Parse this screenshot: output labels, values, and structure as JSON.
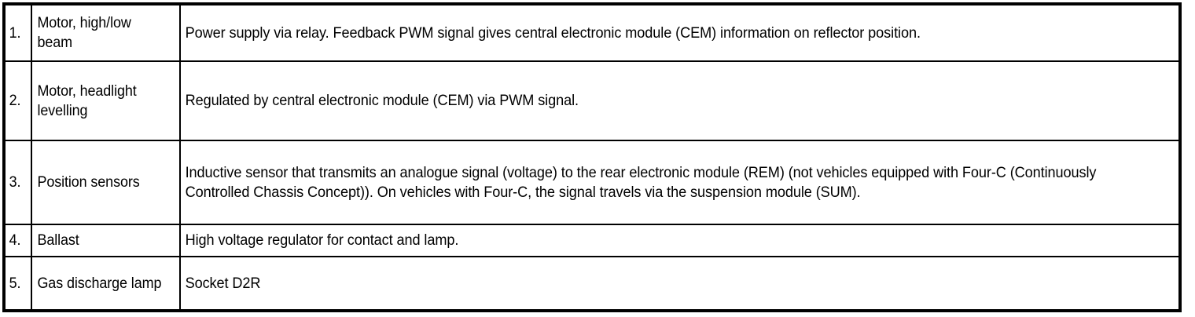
{
  "document": {
    "type": "component-legend-table",
    "title": "",
    "colors": {
      "page_background": "#ffffff",
      "text": "#000000",
      "border": "#000000"
    }
  },
  "table": {
    "columns": [
      "item_number",
      "component",
      "description"
    ],
    "rows": [
      {
        "item_number": "1.",
        "component": "Motor, high/low beam",
        "description": "Power supply via relay. Feedback PWM signal gives central electronic module (CEM) information on reflector position."
      },
      {
        "item_number": "2.",
        "component": "Motor, headlight levelling",
        "description": "Regulated by central electronic module (CEM) via PWM signal."
      },
      {
        "item_number": "3.",
        "component": "Position sensors",
        "description": "Inductive sensor that transmits an analogue signal (voltage) to the rear electronic module (REM) (not vehicles equipped with Four-C (Continuously Controlled Chassis Concept)). On vehicles with Four-C, the signal travels via the suspension module (SUM)."
      },
      {
        "item_number": "4.",
        "component": "Ballast",
        "description": "High voltage regulator for contact and lamp."
      },
      {
        "item_number": "5.",
        "component": "Gas discharge lamp",
        "description": "Socket D2R"
      }
    ]
  }
}
